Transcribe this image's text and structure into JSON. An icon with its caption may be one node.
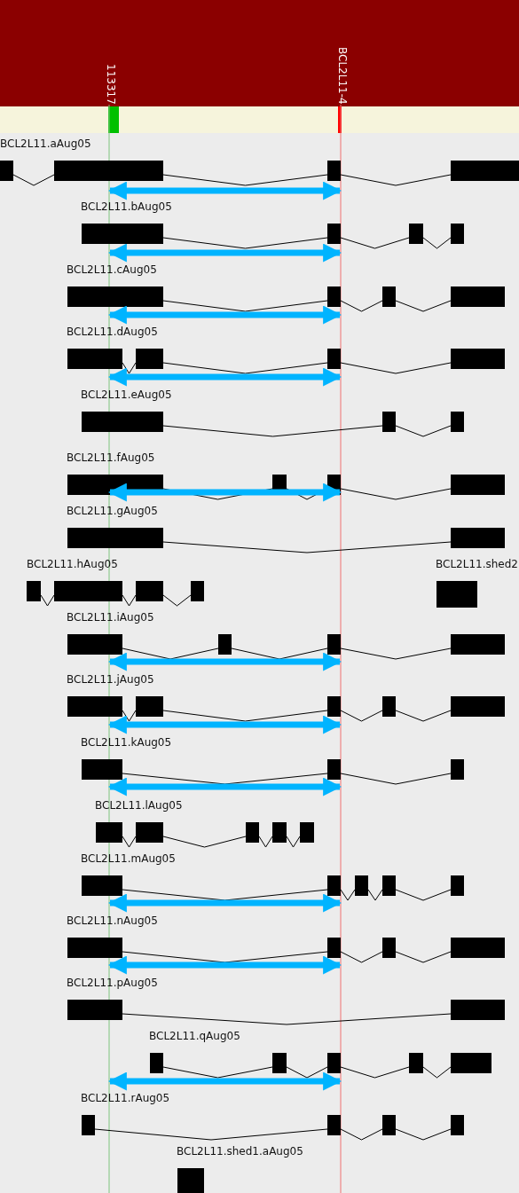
{
  "diagram": {
    "labels": [
      "113317",
      "BCL2L11-4",
      "BCL2L11.aAug05",
      "BCL2L11.bAug05",
      "BCL2L11.cAug05",
      "BCL2L11.dAug05",
      "BCL2L11.eAug05",
      "BCL2L11.fAug05",
      "BCL2L11.gAug05",
      "BCL2L11.hAug05",
      "BCL2L11.shed2",
      "BCL2L11.iAug05",
      "BCL2L11.jAug05",
      "BCL2L11.kAug05",
      "BCL2L11.lAug05",
      "BCL2L11.mAug05",
      "BCL2L11.nAug05",
      "BCL2L11.pAug05",
      "BCL2L11.qAug05",
      "BCL2L11.rAug05",
      "BCL2L11.shed1.aAug05"
    ]
  }
}
